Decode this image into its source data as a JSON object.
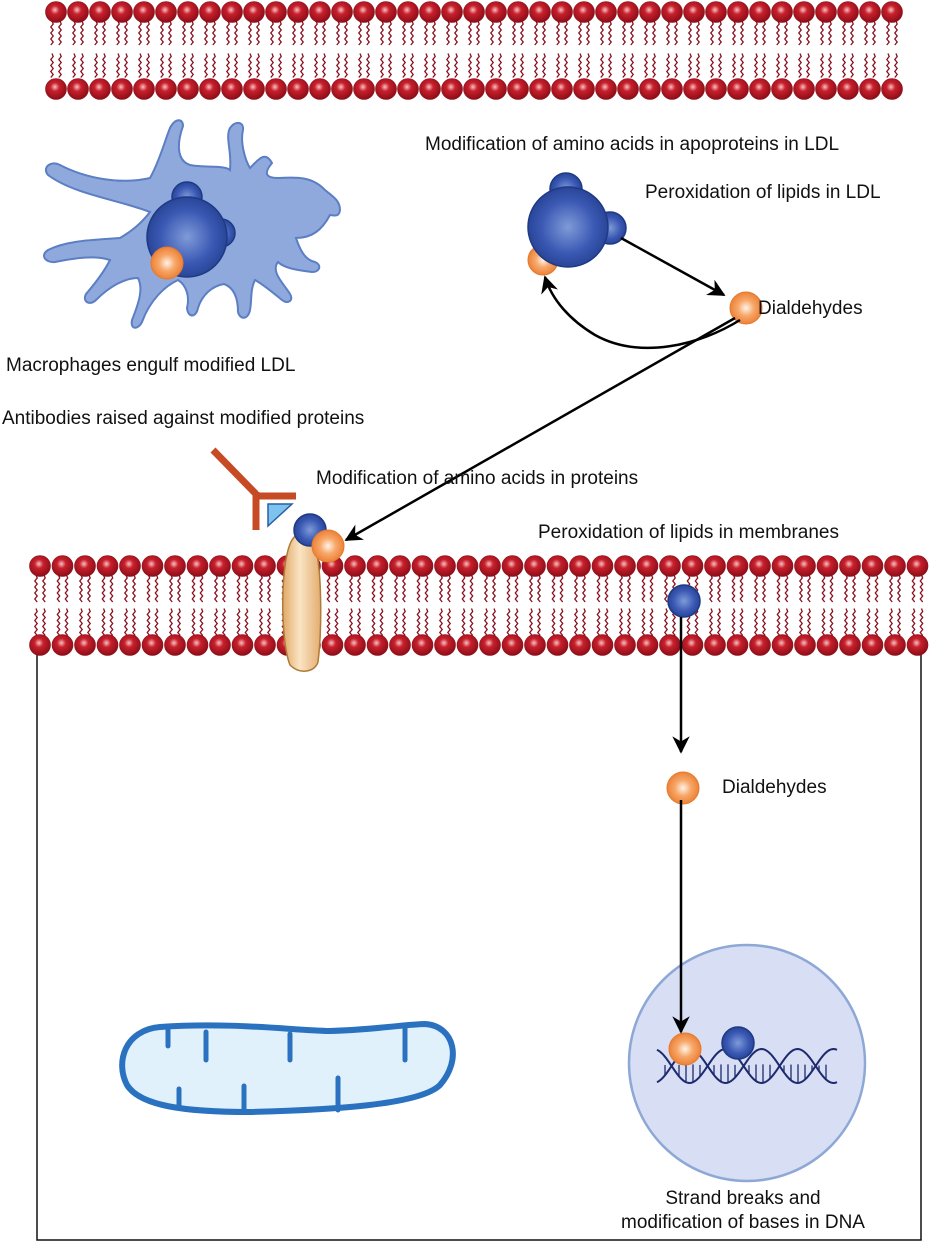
{
  "labels": {
    "macrophage": "Macrophages engulf modified LDL",
    "ldl_amino": "Modification of amino acids in apoproteins in LDL",
    "ldl_lipid": "Peroxidation of lipids in LDL",
    "dialdehydes_top": "Dialdehydes",
    "antibodies": "Antibodies raised against modified proteins",
    "protein_amino": "Modification of amino acids in proteins",
    "membrane_lipid": "Peroxidation of lipids in membranes",
    "dialdehydes_cell": "Dialdehydes",
    "dna_line1": "Strand breaks and",
    "dna_line2": "modification of bases in DNA"
  },
  "colors": {
    "membrane_head": "#b3121f",
    "membrane_tail": "#8a1020",
    "blue_sphere": "#2f4fa8",
    "orange_sphere": "#f08a3c",
    "macrophage_fill": "#8fa9dc",
    "macrophage_stroke": "#5b7ec4",
    "antibody": "#c64b24",
    "antigen": "#7ec3ee",
    "protein_fill": "#f0c48a",
    "mito_stroke": "#2a72c0",
    "mito_fill": "#e1f1fb",
    "nucleus_fill": "#d8def4",
    "nucleus_stroke": "#8ea8d6",
    "dna": "#1d2a6e"
  }
}
